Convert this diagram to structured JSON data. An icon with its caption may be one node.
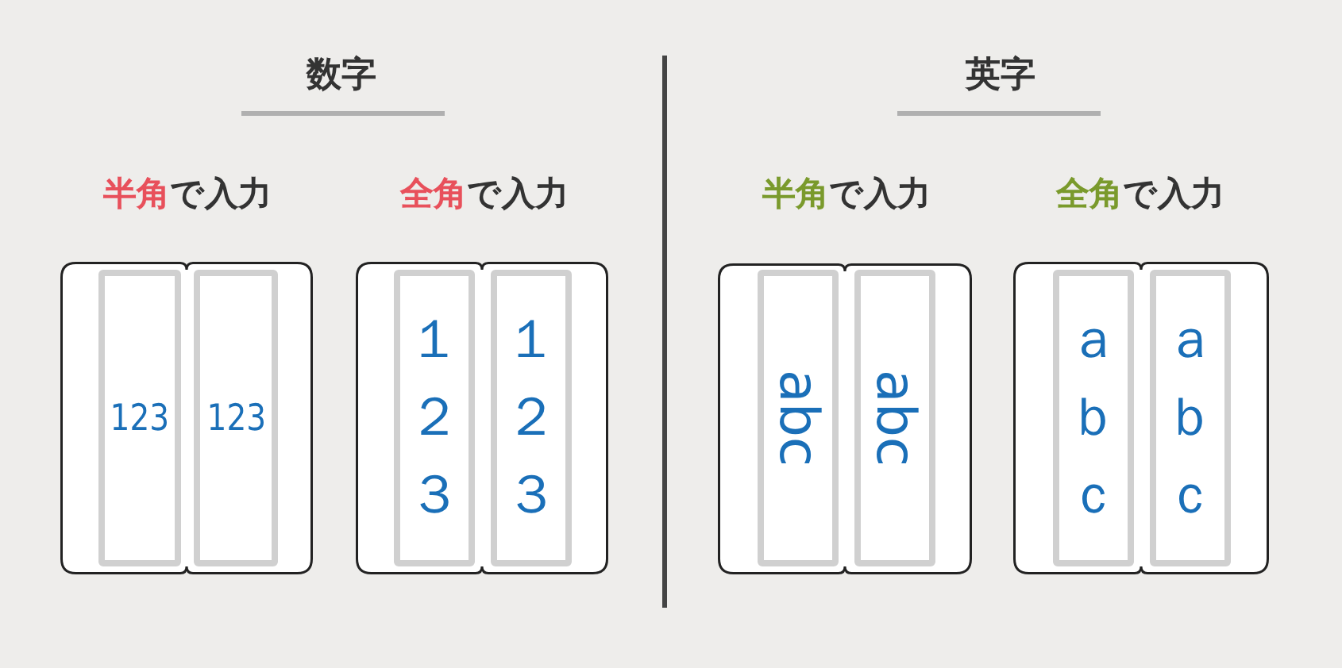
{
  "diagram": {
    "nodes": [
      {
        "text": [],
        "shape": "box"
      },
      {
        "text": [
          "123"
        ],
        "in": 0
      },
      {
        "text": [
          "123"
        ],
        "in": 0
      },
      {
        "text": [],
        "shape": "box"
      },
      {
        "text": [
          "１２３"
        ],
        "in": 3
      },
      {
        "text": [
          "１２３"
        ],
        "in": 3
      },
      {
        "text": [],
        "shape": "box"
      },
      {
        "text": [
          "abc"
        ],
        "in": 6
      },
      {
        "text": [
          "abc"
        ],
        "in": 6
      },
      {
        "text": [],
        "shape": "box"
      },
      {
        "text": [
          "ａｂｃ"
        ],
        "in": 9
      },
      {
        "text": [
          "ａｂｃ"
        ],
        "in": 9
      }
    ],
    "labels": [
      "数字",
      "英字",
      "半角",
      "で入力",
      "全角",
      "で入力",
      "半角",
      "で入力",
      "全角",
      "で入力"
    ]
  }
}
